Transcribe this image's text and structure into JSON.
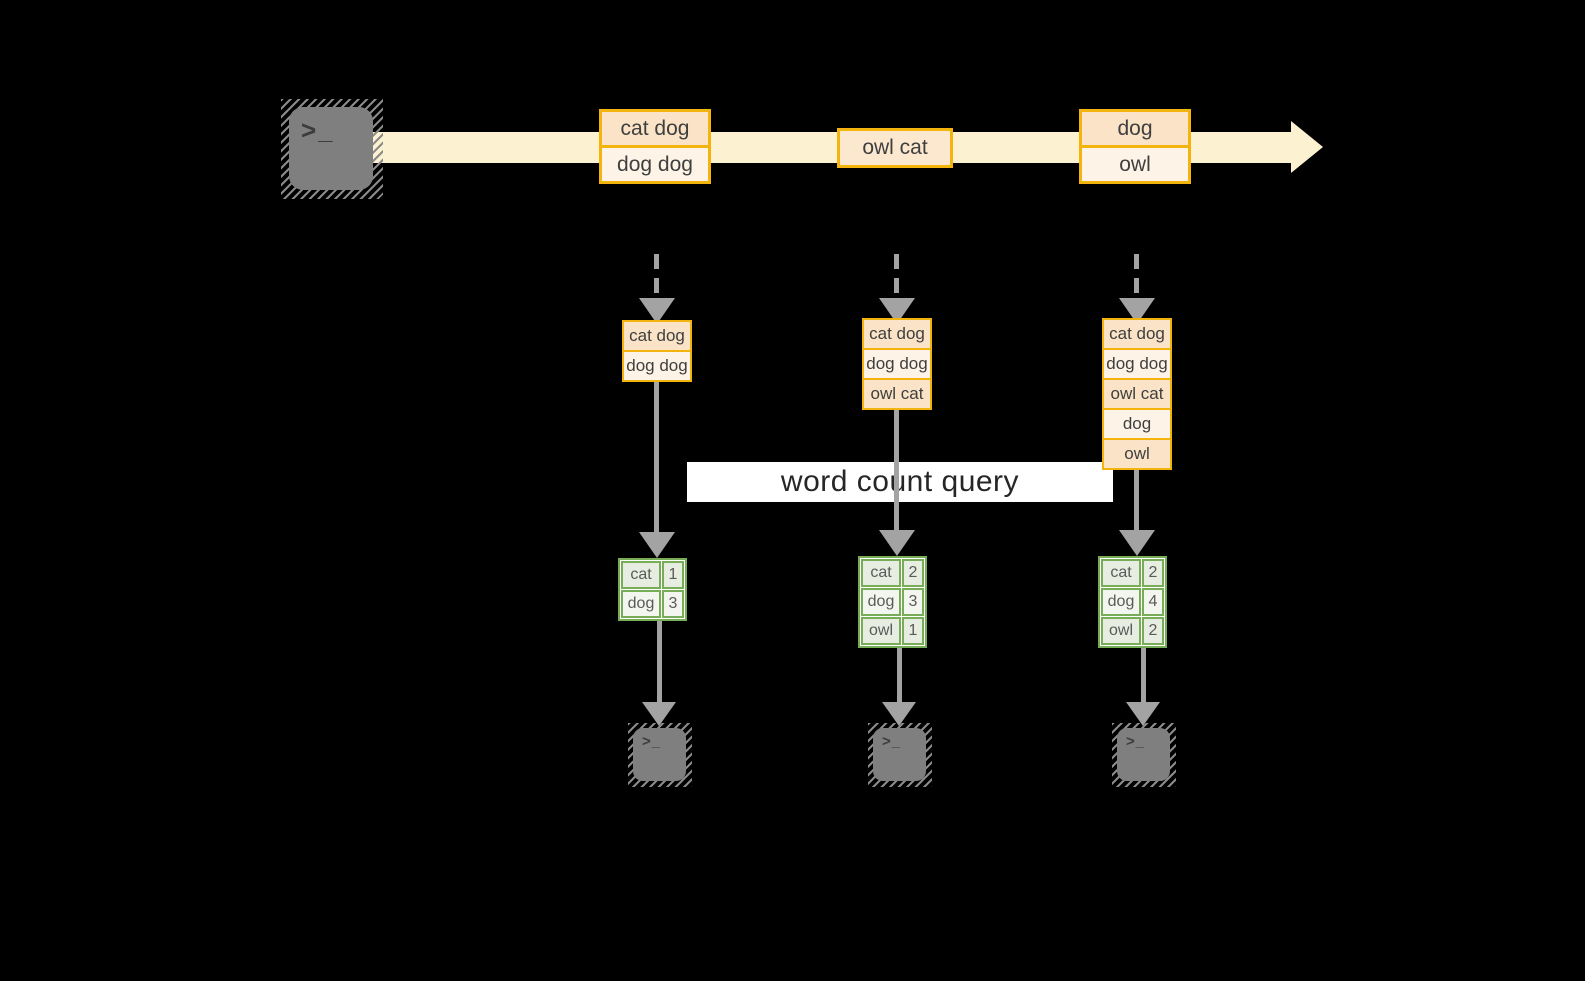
{
  "banner": {
    "label": "word count query"
  },
  "icons": {
    "terminal_prompt": ">_"
  },
  "colors": {
    "background": "#000000",
    "gold": "#F2B40D",
    "peach_dark": "#FAE3C6",
    "peach_light": "#FDF4E7",
    "cream_band": "#FCF2D2",
    "green": "#76AD56",
    "green_cell_dark": "#E7EEE1",
    "green_cell_light": "#F2F6EE",
    "arrow_gray": "#A3A3A3",
    "console_gray": "#7F7F7F",
    "banner_bg": "#FFFFFF",
    "banner_text": "#262626",
    "box_text": "#3F3F3F",
    "table_text": "#5A5A5A"
  },
  "timeline": {
    "batches": [
      {
        "records": [
          "cat dog",
          "dog dog"
        ]
      },
      {
        "records": [
          "owl cat"
        ]
      },
      {
        "records": [
          "dog",
          "owl"
        ]
      }
    ]
  },
  "columns": [
    {
      "stream": [
        "cat dog",
        "dog dog"
      ],
      "counts": [
        {
          "word": "cat",
          "n": "1"
        },
        {
          "word": "dog",
          "n": "3"
        }
      ]
    },
    {
      "stream": [
        "cat dog",
        "dog dog",
        "owl cat"
      ],
      "counts": [
        {
          "word": "cat",
          "n": "2"
        },
        {
          "word": "dog",
          "n": "3"
        },
        {
          "word": "owl",
          "n": "1"
        }
      ]
    },
    {
      "stream": [
        "cat dog",
        "dog dog",
        "owl cat",
        "dog",
        "owl"
      ],
      "counts": [
        {
          "word": "cat",
          "n": "2"
        },
        {
          "word": "dog",
          "n": "4"
        },
        {
          "word": "owl",
          "n": "2"
        }
      ]
    }
  ]
}
